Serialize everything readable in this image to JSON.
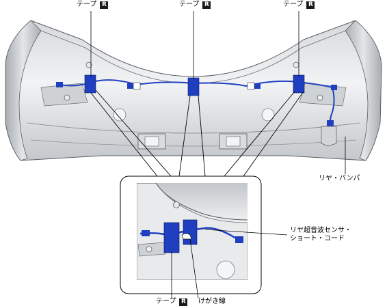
{
  "labels": {
    "tape_left": "テープ",
    "tape_center": "テープ",
    "tape_right": "テープ",
    "tape_bottom": "テープ",
    "r_mark": "R",
    "rear_bumper": "リヤ・バンパ",
    "sensor_cord_line1": "リヤ超音波センサ・",
    "sensor_cord_line2": "ショート・コード",
    "scribe_line": "けがき線"
  },
  "colors": {
    "tape": "#1f3fbf",
    "wire": "#1f3fbf",
    "bumper_light": "#eceef0",
    "bumper_shade": "#b9bcc0",
    "outline": "#555a60",
    "leader": "#000000"
  },
  "icons": [
    "r-mark-icon"
  ]
}
